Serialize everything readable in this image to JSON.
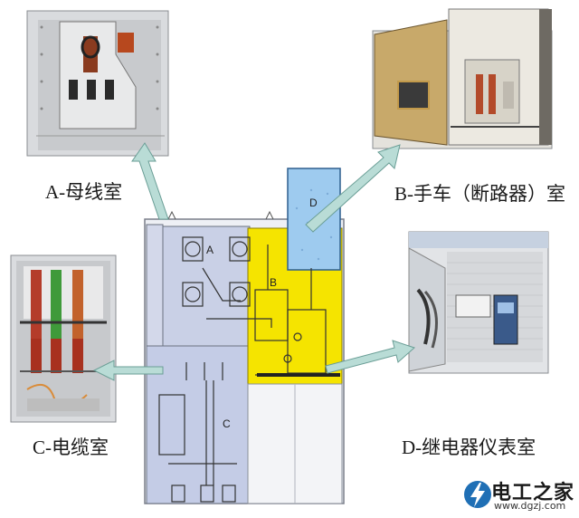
{
  "captions": {
    "busbar": "A-母线室",
    "breaker": "B-手车（断路器）室",
    "cable": "C-电缆室",
    "relay": "D-继电器仪表室"
  },
  "cabinet_labels": {
    "a": "A",
    "b": "B",
    "c": "C",
    "d": "D"
  },
  "colors": {
    "compartment_a": "#c9d0e6",
    "compartment_b": "#f5e400",
    "compartment_c": "#c4cce6",
    "compartment_d": "#9ecbef",
    "arrow": "#b9dcd6",
    "logo_accent": "#1f6fb5"
  },
  "watermark": {
    "name": "电工之家",
    "url": "www.dgzj.com"
  }
}
